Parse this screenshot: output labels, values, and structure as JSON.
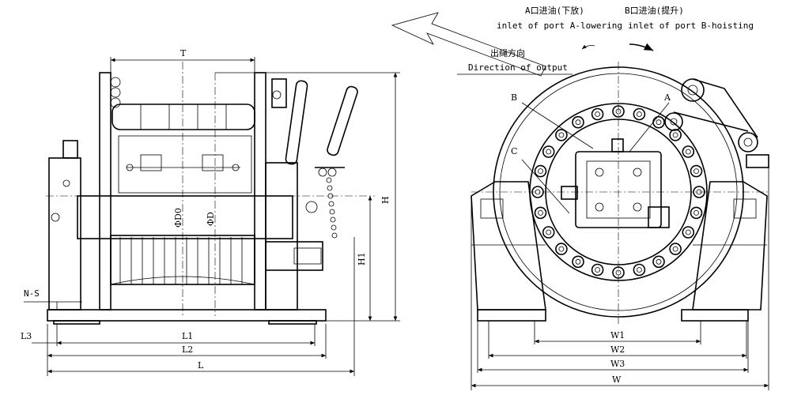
{
  "header": {
    "port_a_cn": "A口进油(下放)",
    "port_a_en": "inlet of port A-lowering",
    "port_b_cn": "B口进油(提升)",
    "port_b_en": "inlet of port B-hoisting",
    "output_cn": "出绳方向",
    "output_en": "Direction of output"
  },
  "side_view": {
    "dim_T": "T",
    "dim_H": "H",
    "dim_H1": "H1",
    "dim_D0": "ΦD0",
    "dim_D": "ΦD",
    "dim_NS": "N-S",
    "dim_L3": "L3",
    "dim_L1": "L1",
    "dim_L2": "L2",
    "dim_L": "L"
  },
  "front_view": {
    "label_A": "A",
    "label_B": "B",
    "label_C": "C",
    "dim_W1": "W1",
    "dim_W2": "W2",
    "dim_W3": "W3",
    "dim_W": "W"
  }
}
